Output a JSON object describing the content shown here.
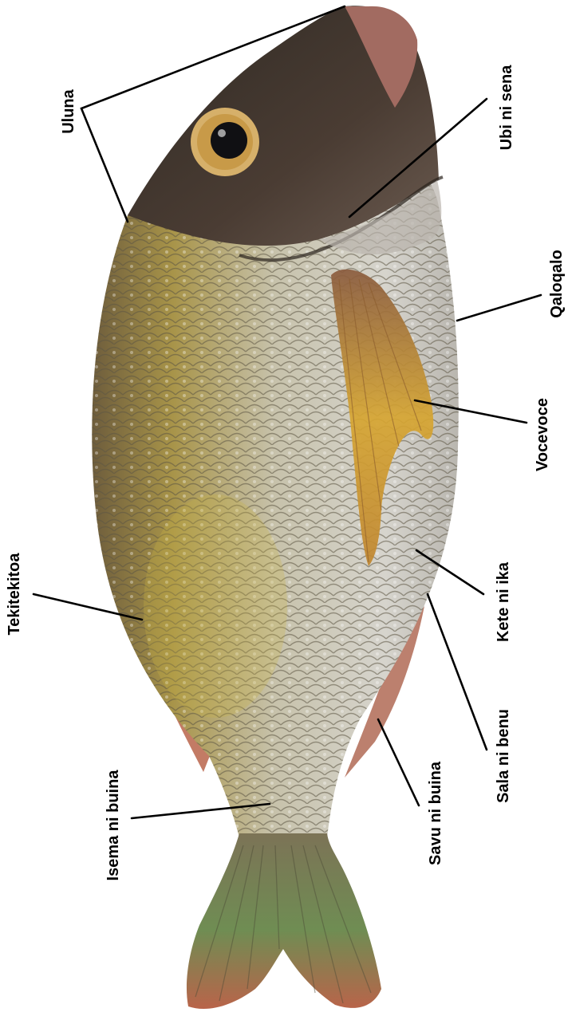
{
  "labels": {
    "uluna": "Uluna",
    "ubi_ni_sena": "Ubi ni sena",
    "qaloqalo": "Qaloqalo",
    "vocevoce": "Vocevoce",
    "kete_ni_ika": "Kete ni ika",
    "tekitekitoa": "Tekitekitoa",
    "sala_ni_benu": "Sala ni benu",
    "savu_ni_buina": "Savu ni buina",
    "isema_ni_buina": "Isema ni buina"
  },
  "colors": {
    "label": "#000000",
    "line": "#000000",
    "background": "#ffffff",
    "head_dark": "#3a2e27",
    "body_silver": "#c9c6bd",
    "body_yellow": "#b7a452",
    "fin_yellow": "#d6a531",
    "fin_red": "#b9644a",
    "tail_green": "#6f8d53",
    "eye_gold": "#c89a48"
  }
}
